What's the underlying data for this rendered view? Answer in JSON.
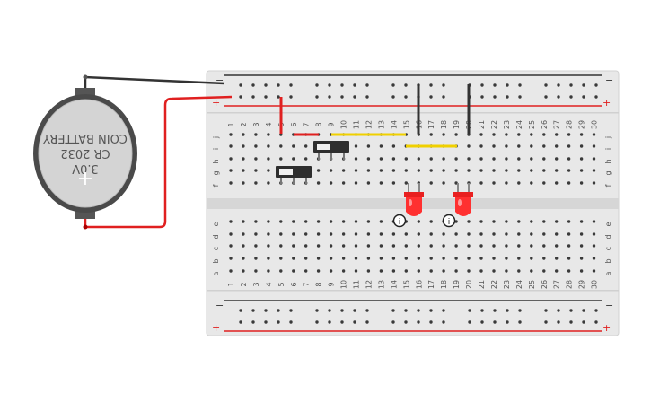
{
  "battery": {
    "label_line1": "3.0V",
    "label_line2": "CR 2032",
    "label_line3": "COIN BATTERY",
    "plus_symbol": "+"
  },
  "breadboard": {
    "rail_minus": "−",
    "rail_plus": "+",
    "columns": [
      "1",
      "2",
      "3",
      "4",
      "5",
      "6",
      "7",
      "8",
      "9",
      "10",
      "11",
      "12",
      "13",
      "14",
      "15",
      "16",
      "17",
      "18",
      "19",
      "20",
      "21",
      "22",
      "23",
      "24",
      "25",
      "26",
      "27",
      "28",
      "29",
      "30"
    ],
    "rows_top": [
      "j",
      "i",
      "h",
      "g",
      "f"
    ],
    "rows_bottom": [
      "e",
      "d",
      "c",
      "b",
      "a"
    ]
  },
  "colors": {
    "wire_red": "#e02020",
    "wire_black": "#333333",
    "wire_yellow": "#f0d000",
    "led_red": "#ff2a2a",
    "board": "#e6e6e6",
    "hole": "#3a3a3a"
  },
  "info_icon_glyph": "i",
  "components": {
    "led_count": "2",
    "switch_count": "2"
  }
}
